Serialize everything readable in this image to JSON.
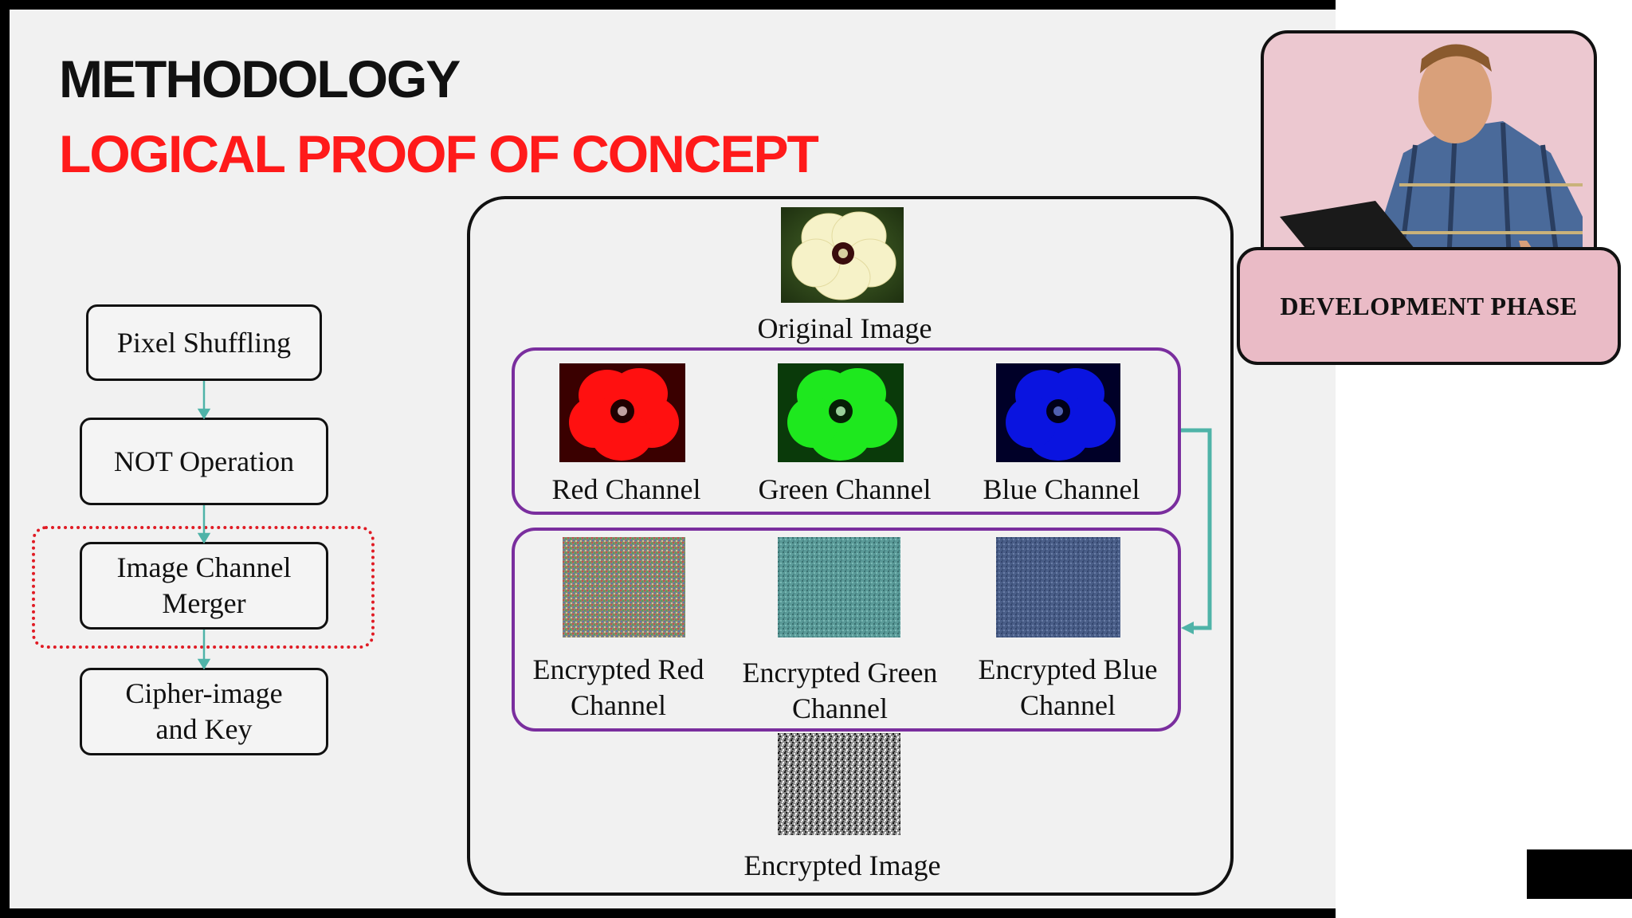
{
  "slide": {
    "title": "METHODOLOGY",
    "subtitle": "LOGICAL PROOF OF CONCEPT"
  },
  "flow": {
    "steps": [
      "Pixel Shuffling",
      "NOT Operation",
      "Image Channel Merger",
      "Cipher-image and Key"
    ],
    "highlighted_step": "Image Channel Merger",
    "arrow_color": "#4fb3a8",
    "highlight_color": "#e01b24"
  },
  "diagram": {
    "original_label": "Original Image",
    "channels": [
      "Red Channel",
      "Green Channel",
      "Blue Channel"
    ],
    "encrypted_channels": [
      "Encrypted Red Channel",
      "Encrypted Green Channel",
      "Encrypted Blue Channel"
    ],
    "encrypted_image_label": "Encrypted Image",
    "group_border_color": "#7a2e9e",
    "connector_color": "#4fb3a8"
  },
  "presenter": {
    "badge": "DEVELOPMENT PHASE"
  },
  "colors": {
    "title": "#111111",
    "subtitle": "#ff1a1a",
    "slide_background": "#f1f1f1",
    "badge_background": "#eabbc6"
  }
}
